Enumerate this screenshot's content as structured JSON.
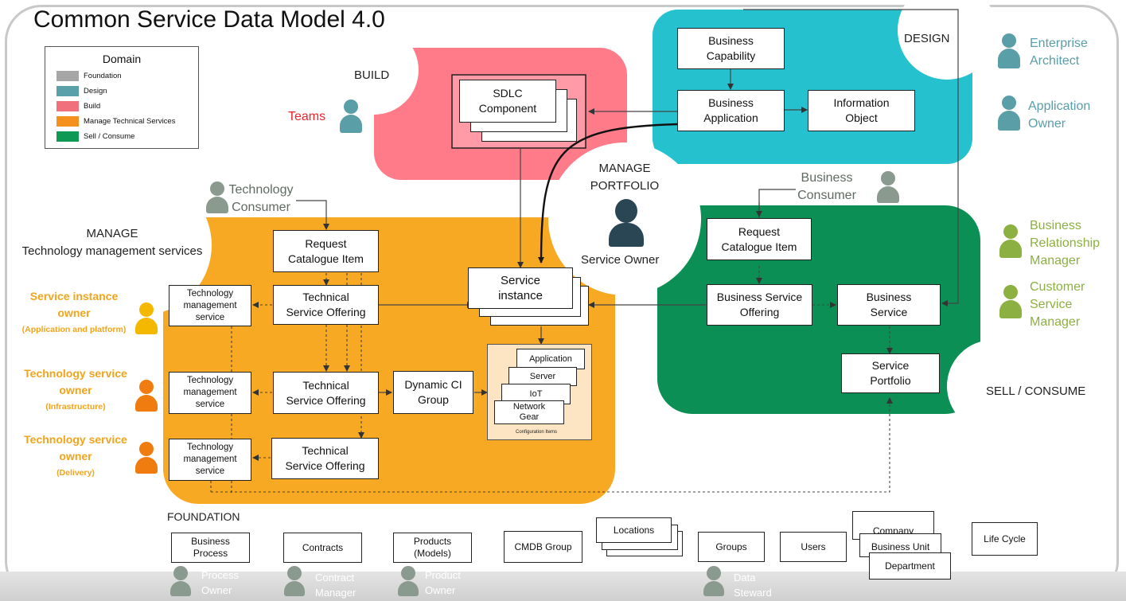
{
  "title": "Common Service Data Model 4.0",
  "legend": {
    "heading": "Domain",
    "items": [
      {
        "label": "Foundation",
        "color": "#a6a6a6"
      },
      {
        "label": "Design",
        "color": "#5aa0a8"
      },
      {
        "label": "Build",
        "color": "#f0707e"
      },
      {
        "label": "Manage Technical Services",
        "color": "#f4901e"
      },
      {
        "label": "Sell / Consume",
        "color": "#0e9a55"
      }
    ]
  },
  "colors": {
    "design": "#26c1cf",
    "build": "#ff7b89",
    "manage": "#f8a924",
    "sell": "#0c8f55",
    "role_teal": "#5a9ea7",
    "role_green": "#8cb041",
    "role_orange": "#f2a41c",
    "teams_red": "#e8242c"
  },
  "zones": {
    "design": "DESIGN",
    "build": "BUILD",
    "manage_portfolio": "MANAGE\nPORTFOLIO",
    "manage_tech": "MANAGE\nTechnology management services",
    "sell": "SELL / CONSUME",
    "foundation": "FOUNDATION"
  },
  "boxes": {
    "business_capability": "Business\nCapability",
    "business_application": "Business\nApplication",
    "information_object": "Information\nObject",
    "sdlc_component": "SDLC\nComponent",
    "service_instance": "Service\ninstance",
    "request_catalogue_tech": "Request\nCatalogue Item",
    "tso_1": "Technical\nService Offering",
    "tso_2": "Technical\nService Offering",
    "tso_3": "Technical\nService Offering",
    "tms_1": "Technology\nmanagement\nservice",
    "tms_2": "Technology\nmanagement\nservice",
    "tms_3": "Technology\nmanagement\nservice",
    "dynamic_ci": "Dynamic CI\nGroup",
    "request_catalogue_biz": "Request\nCatalogue Item",
    "business_service_offering": "Business Service\nOffering",
    "business_service": "Business\nService",
    "service_portfolio": "Service\nPortfolio"
  },
  "config_items": {
    "items": [
      "Application",
      "Server",
      "IoT",
      "Network\nGear"
    ],
    "caption": "Configuration Items"
  },
  "foundation": {
    "items": [
      "Business\nProcess",
      "Contracts",
      "Products\n(Models)",
      "CMDB Group",
      "Locations",
      "Groups",
      "Users",
      "Company",
      "Business Unit",
      "Department",
      "Life Cycle"
    ],
    "owners": [
      "Process\nOwner",
      "Contract\nManager",
      "Product\nOwner",
      "Data\nSteward"
    ]
  },
  "roles": {
    "enterprise_architect": "Enterprise\nArchitect",
    "application_owner": "Application\nOwner",
    "brm": "Business\nRelationship\nManager",
    "csm": "Customer\nService\nManager",
    "teams": "Teams",
    "technology_consumer": "Technology\nConsumer",
    "business_consumer": "Business\nConsumer",
    "service_owner": "Service Owner",
    "sio_title": "Service instance\nowner",
    "sio_sub": "(Application and platform)",
    "tso_infra_title": "Technology service\nowner",
    "tso_infra_sub": "(Infrastructure)",
    "tso_del_title": "Technology service\nowner",
    "tso_del_sub": "(Delivery)"
  }
}
